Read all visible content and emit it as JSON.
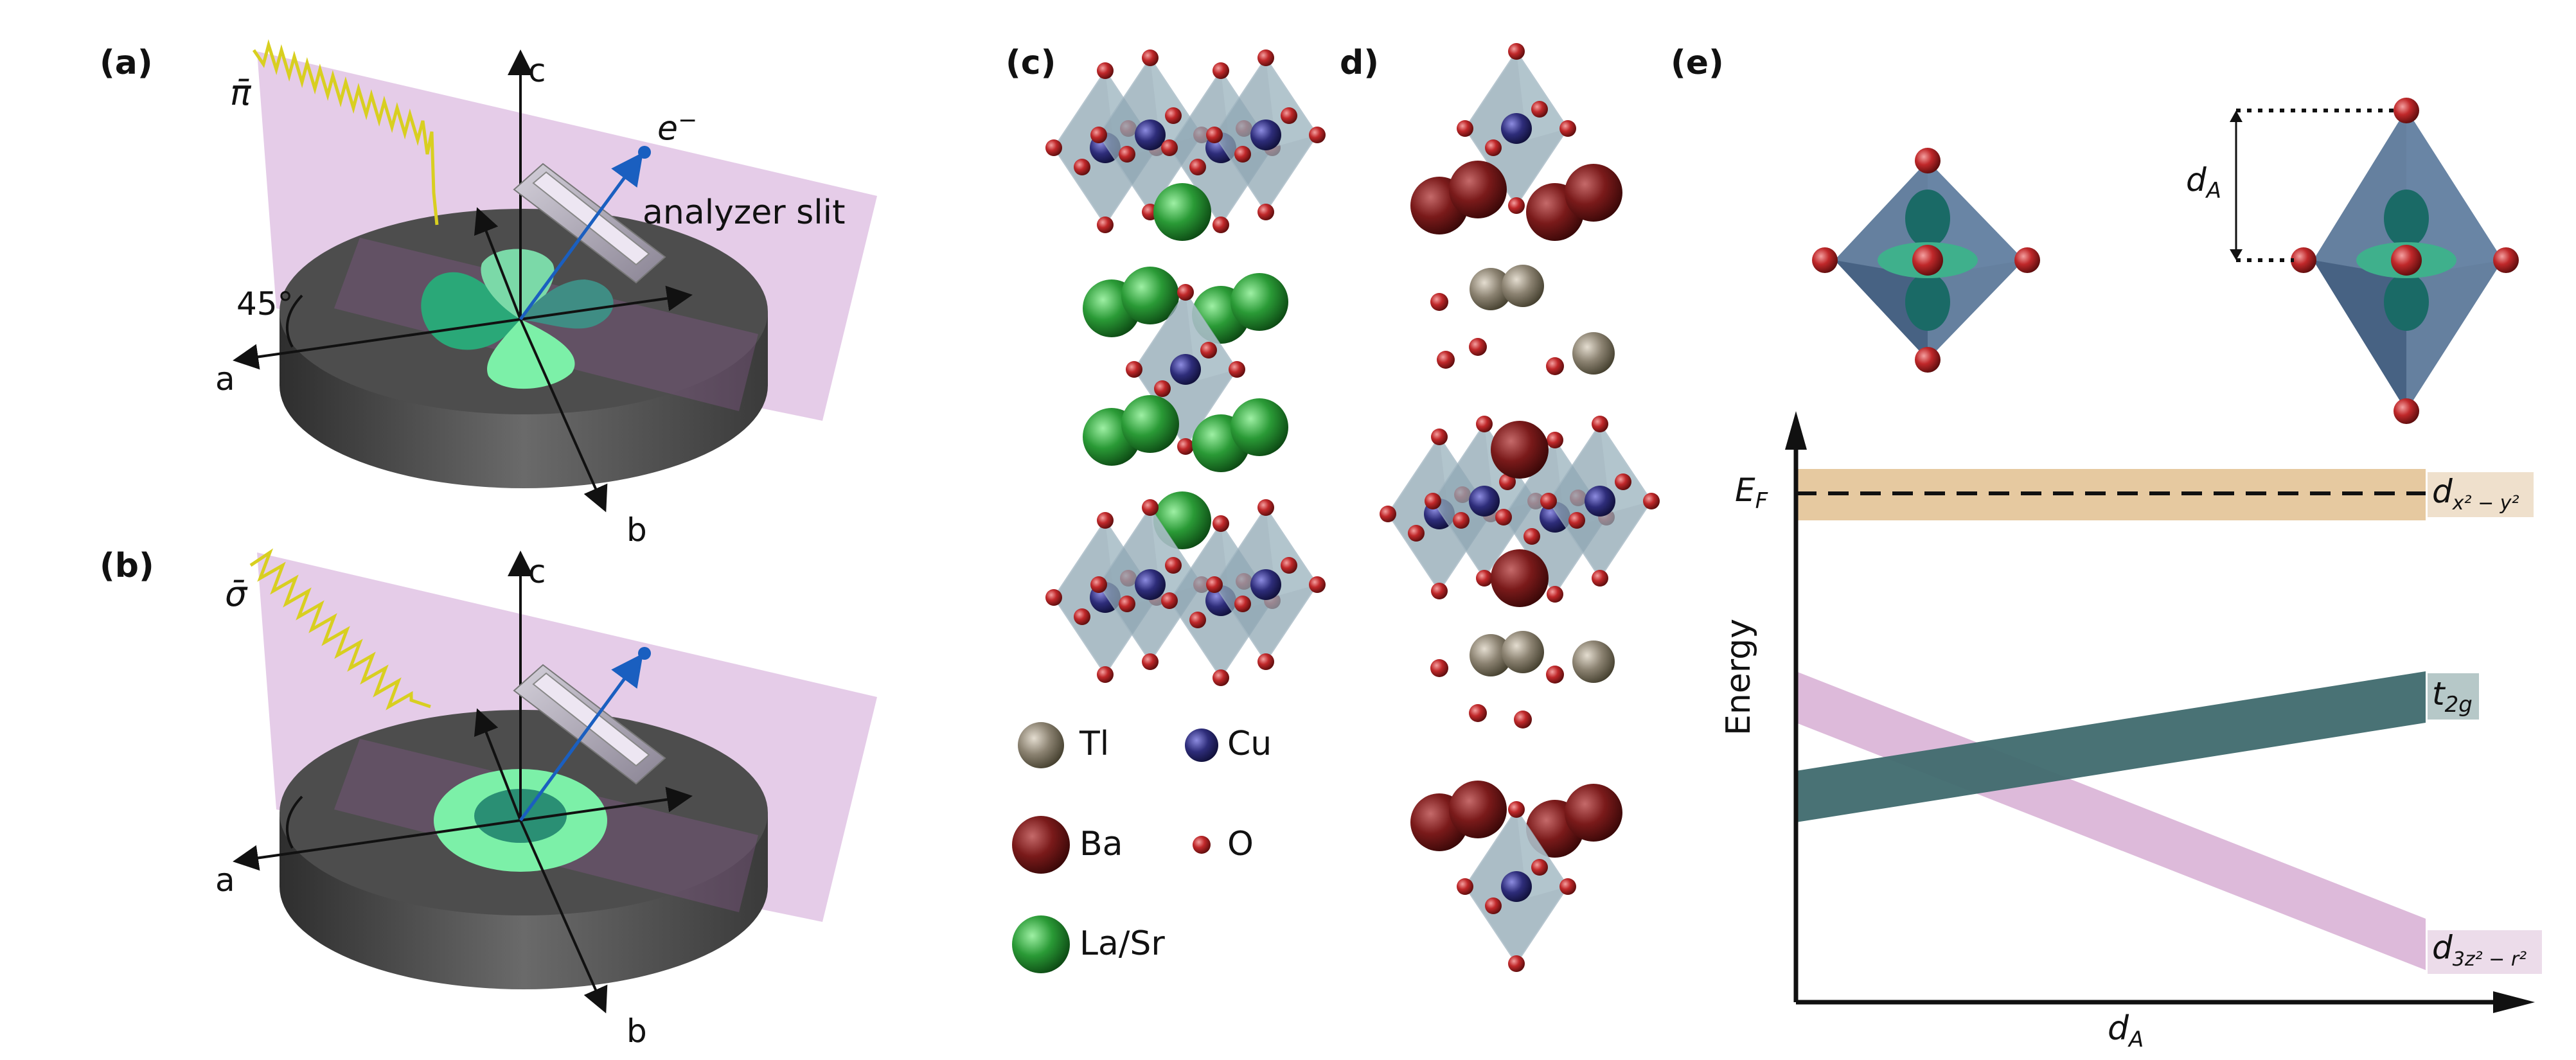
{
  "panels": {
    "a": {
      "label": "(a)",
      "photon_symbol": "π̄",
      "electron_label": "e",
      "electron_sup": "−",
      "slit_label": "analyzer slit",
      "angle_label": "45°",
      "axes": {
        "a": "a",
        "b": "b",
        "c": "c"
      }
    },
    "b": {
      "label": "(b)",
      "photon_symbol": "σ̄",
      "axes": {
        "a": "a",
        "b": "b",
        "c": "c"
      }
    },
    "c": {
      "label": "(c)"
    },
    "d": {
      "label": "d)"
    },
    "e": {
      "label": "(e)"
    }
  },
  "legend": {
    "items": [
      {
        "label": "Tl",
        "color": "#8b8271"
      },
      {
        "label": "Cu",
        "color": "#2e2d7a"
      },
      {
        "label": "Ba",
        "color": "#7a1a1a"
      },
      {
        "label": "O",
        "color": "#c0282a"
      },
      {
        "label": "La/Sr",
        "color": "#2a9a36"
      }
    ]
  },
  "energy_diagram": {
    "ylabel": "Energy",
    "xlabel": "d",
    "xlabel_sub": "A",
    "fermi_label": "E",
    "fermi_sub": "F",
    "distance_label": "d",
    "distance_sub": "A",
    "bands": [
      {
        "name": "d",
        "sub": "x² − y²",
        "color": "#e6c9a0"
      },
      {
        "name": "t",
        "sub": "2g",
        "color": "#3f6a6e"
      },
      {
        "name": "d",
        "sub": "3z² − r²",
        "color": "#d9b3d6"
      }
    ]
  }
}
